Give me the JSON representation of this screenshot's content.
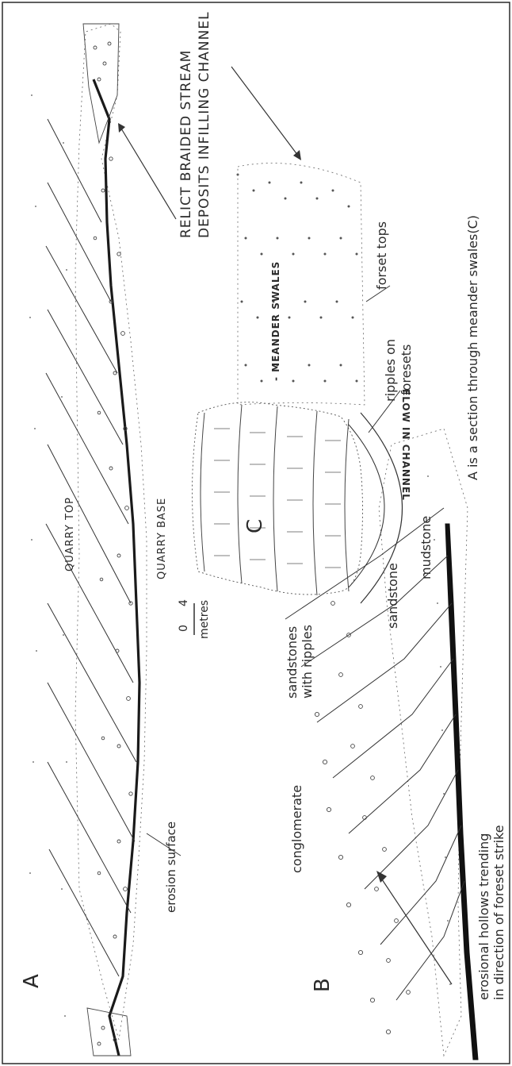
{
  "figure": {
    "panel_labels": {
      "a": "A",
      "b": "B",
      "c": "C"
    },
    "section_a": {
      "quarry_top": "QUARRY TOP",
      "quarry_base": "QUARRY BASE",
      "erosion_surface": "erosion surface",
      "relict_line1": "RELICT BRAIDED STREAM",
      "relict_line2": "DEPOSITS INFILLING CHANNEL"
    },
    "scale_bar": {
      "zero": "0",
      "four": "4",
      "unit": "metres"
    },
    "section_b": {
      "conglomerate": "conglomerate",
      "sandstones_line1": "sandstones",
      "sandstones_line2": "with ripples",
      "sandstone": "sandstone",
      "mudstone": "mudstone",
      "hollows_line1": "erosional hollows trending",
      "hollows_line2": "in direction of foreset strike"
    },
    "section_c": {
      "meander_swales": "- MEANDER SWALES",
      "flow_in_channel": "FLOW IN CHANNEL",
      "foreset_tops": "forset tops",
      "ripples_line1": "ripples on",
      "ripples_line2": "foresets"
    },
    "caption": "A is a section through meander swales(C)"
  }
}
